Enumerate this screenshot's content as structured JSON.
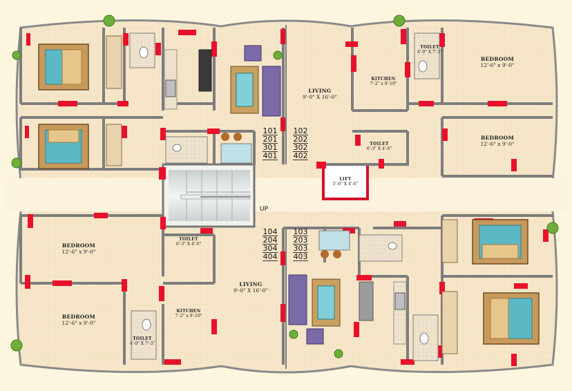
{
  "rooms": {
    "bed_tr1": {
      "title": "BEDROOM",
      "dim": "12'-6\" x 9'-0\""
    },
    "bed_tr2": {
      "title": "BEDROOM",
      "dim": "12'-6\" x 9'-0\""
    },
    "bed_bl1": {
      "title": "BEDROOM",
      "dim": "12'-6\" x 9'-0\""
    },
    "bed_bl2": {
      "title": "BEDROOM",
      "dim": "12'-6\" x 9'-0\""
    },
    "living_top": {
      "title": "LIVING",
      "dim": "9'-0\" X 16'-0\""
    },
    "living_bot": {
      "title": "LIVING",
      "dim": "9'-0\" X 16'-0\""
    },
    "kitchen_top": {
      "title": "KITCHEN",
      "dim": "7'-2\" x 9'-10\""
    },
    "kitchen_bot": {
      "title": "KITCHEN",
      "dim": "7'-2\" x 9'-10\""
    },
    "toilet_tr": {
      "title": "TOILET",
      "dim": "4'-0\" X 7'-3\""
    },
    "toilet_bl": {
      "title": "TOILET",
      "dim": "4'-0\" X 7'-3\""
    },
    "toilet_mid_r": {
      "title": "TOILET",
      "dim": "6'-3\" X 4'-0\""
    },
    "toilet_mid_l": {
      "title": "TOILET",
      "dim": "6'-3\" X 4'-0\""
    },
    "lift": {
      "title": "LIFT",
      "dim": "5'-6\" X 4'-6\""
    }
  },
  "staircase_label": "UP",
  "flat_numbers": {
    "tl": [
      "101",
      "201",
      "301",
      "401"
    ],
    "tr": [
      "102",
      "202",
      "302",
      "402"
    ],
    "bl": [
      "104",
      "204",
      "304",
      "404"
    ],
    "br": [
      "103",
      "203",
      "303",
      "403"
    ]
  },
  "colors": {
    "background": "#fdf6df",
    "floor": "#f5e4c7",
    "wall": "#7d7d7d",
    "door_marker": "#e8102a",
    "lift_outline": "#d8102a",
    "staircase": "#dfe3e3",
    "bed_cover": "#5bb9c6",
    "sofa": "#7b6aa8"
  }
}
